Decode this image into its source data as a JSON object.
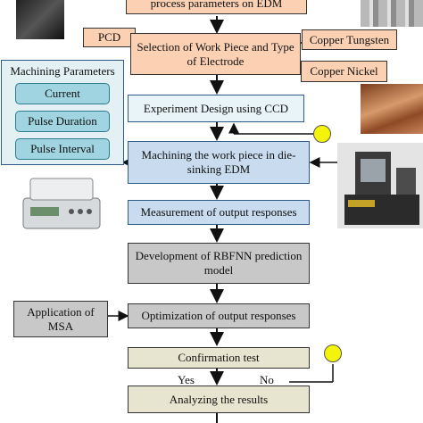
{
  "flowchart": {
    "top_step": "process parameters on EDM",
    "selection": "Selection of Work Piece and Type of Electrode",
    "pcd": "PCD",
    "copper_tungsten": "Copper Tungsten",
    "copper_nickel": "Copper Nickel",
    "experiment_design": "Experiment Design using CCD",
    "machining": "Machining the work piece in die-sinking EDM",
    "measurement": "Measurement of output responses",
    "development": "Development of RBFNN prediction model",
    "application": "Application of MSA",
    "optimization": "Optimization of output responses",
    "confirmation": "Confirmation test",
    "yes_label": "Yes",
    "no_label": "No",
    "analyzing": "Analyzing the results"
  },
  "machining_parameters": {
    "title": "Machining Parameters",
    "items": [
      "Current",
      "Pulse Duration",
      "Pulse Interval"
    ]
  }
}
